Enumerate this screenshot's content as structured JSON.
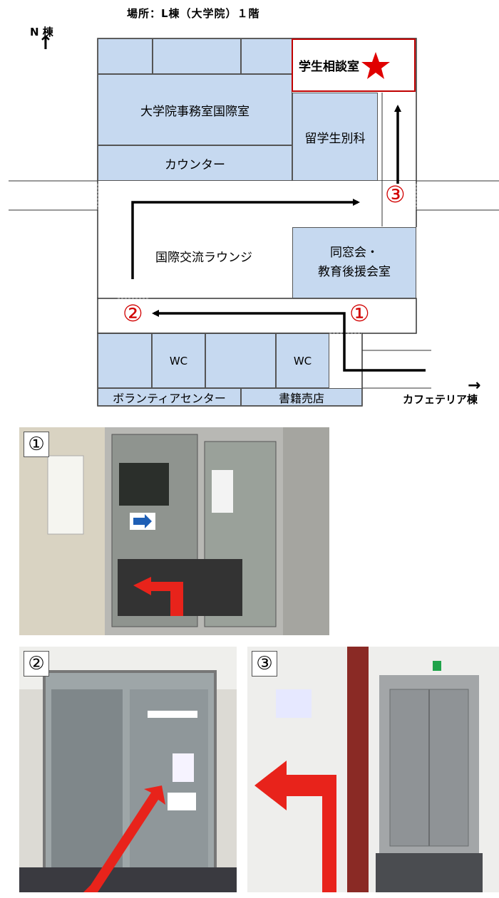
{
  "header": {
    "title": "場所：L棟（大学院）１階"
  },
  "compass": {
    "north": "N 棟",
    "arrow": "↑"
  },
  "rooms": {
    "office": "大学院事務室国際室",
    "counter": "カウンター",
    "ryugakusei": "留学生別科",
    "soudan": "学生相談室",
    "lounge": "国際交流ラウンジ",
    "dousoukai_1": "同窓会・",
    "dousoukai_2": "教育後援会室",
    "wc1": "WC",
    "wc2": "WC",
    "volunteer": "ボランティアセンター",
    "bookstore": "書籍売店"
  },
  "cafeteria": {
    "label": "カフェテリア棟",
    "arrow": "→"
  },
  "markers": {
    "m1": "①",
    "m2": "②",
    "m3": "③"
  },
  "photos": [
    {
      "badge": "①"
    },
    {
      "badge": "②"
    },
    {
      "badge": "③"
    }
  ],
  "colors": {
    "room_fill": "#c6d9f0",
    "route": "#000000",
    "highlight": "#d10000",
    "star": "#e00000"
  }
}
